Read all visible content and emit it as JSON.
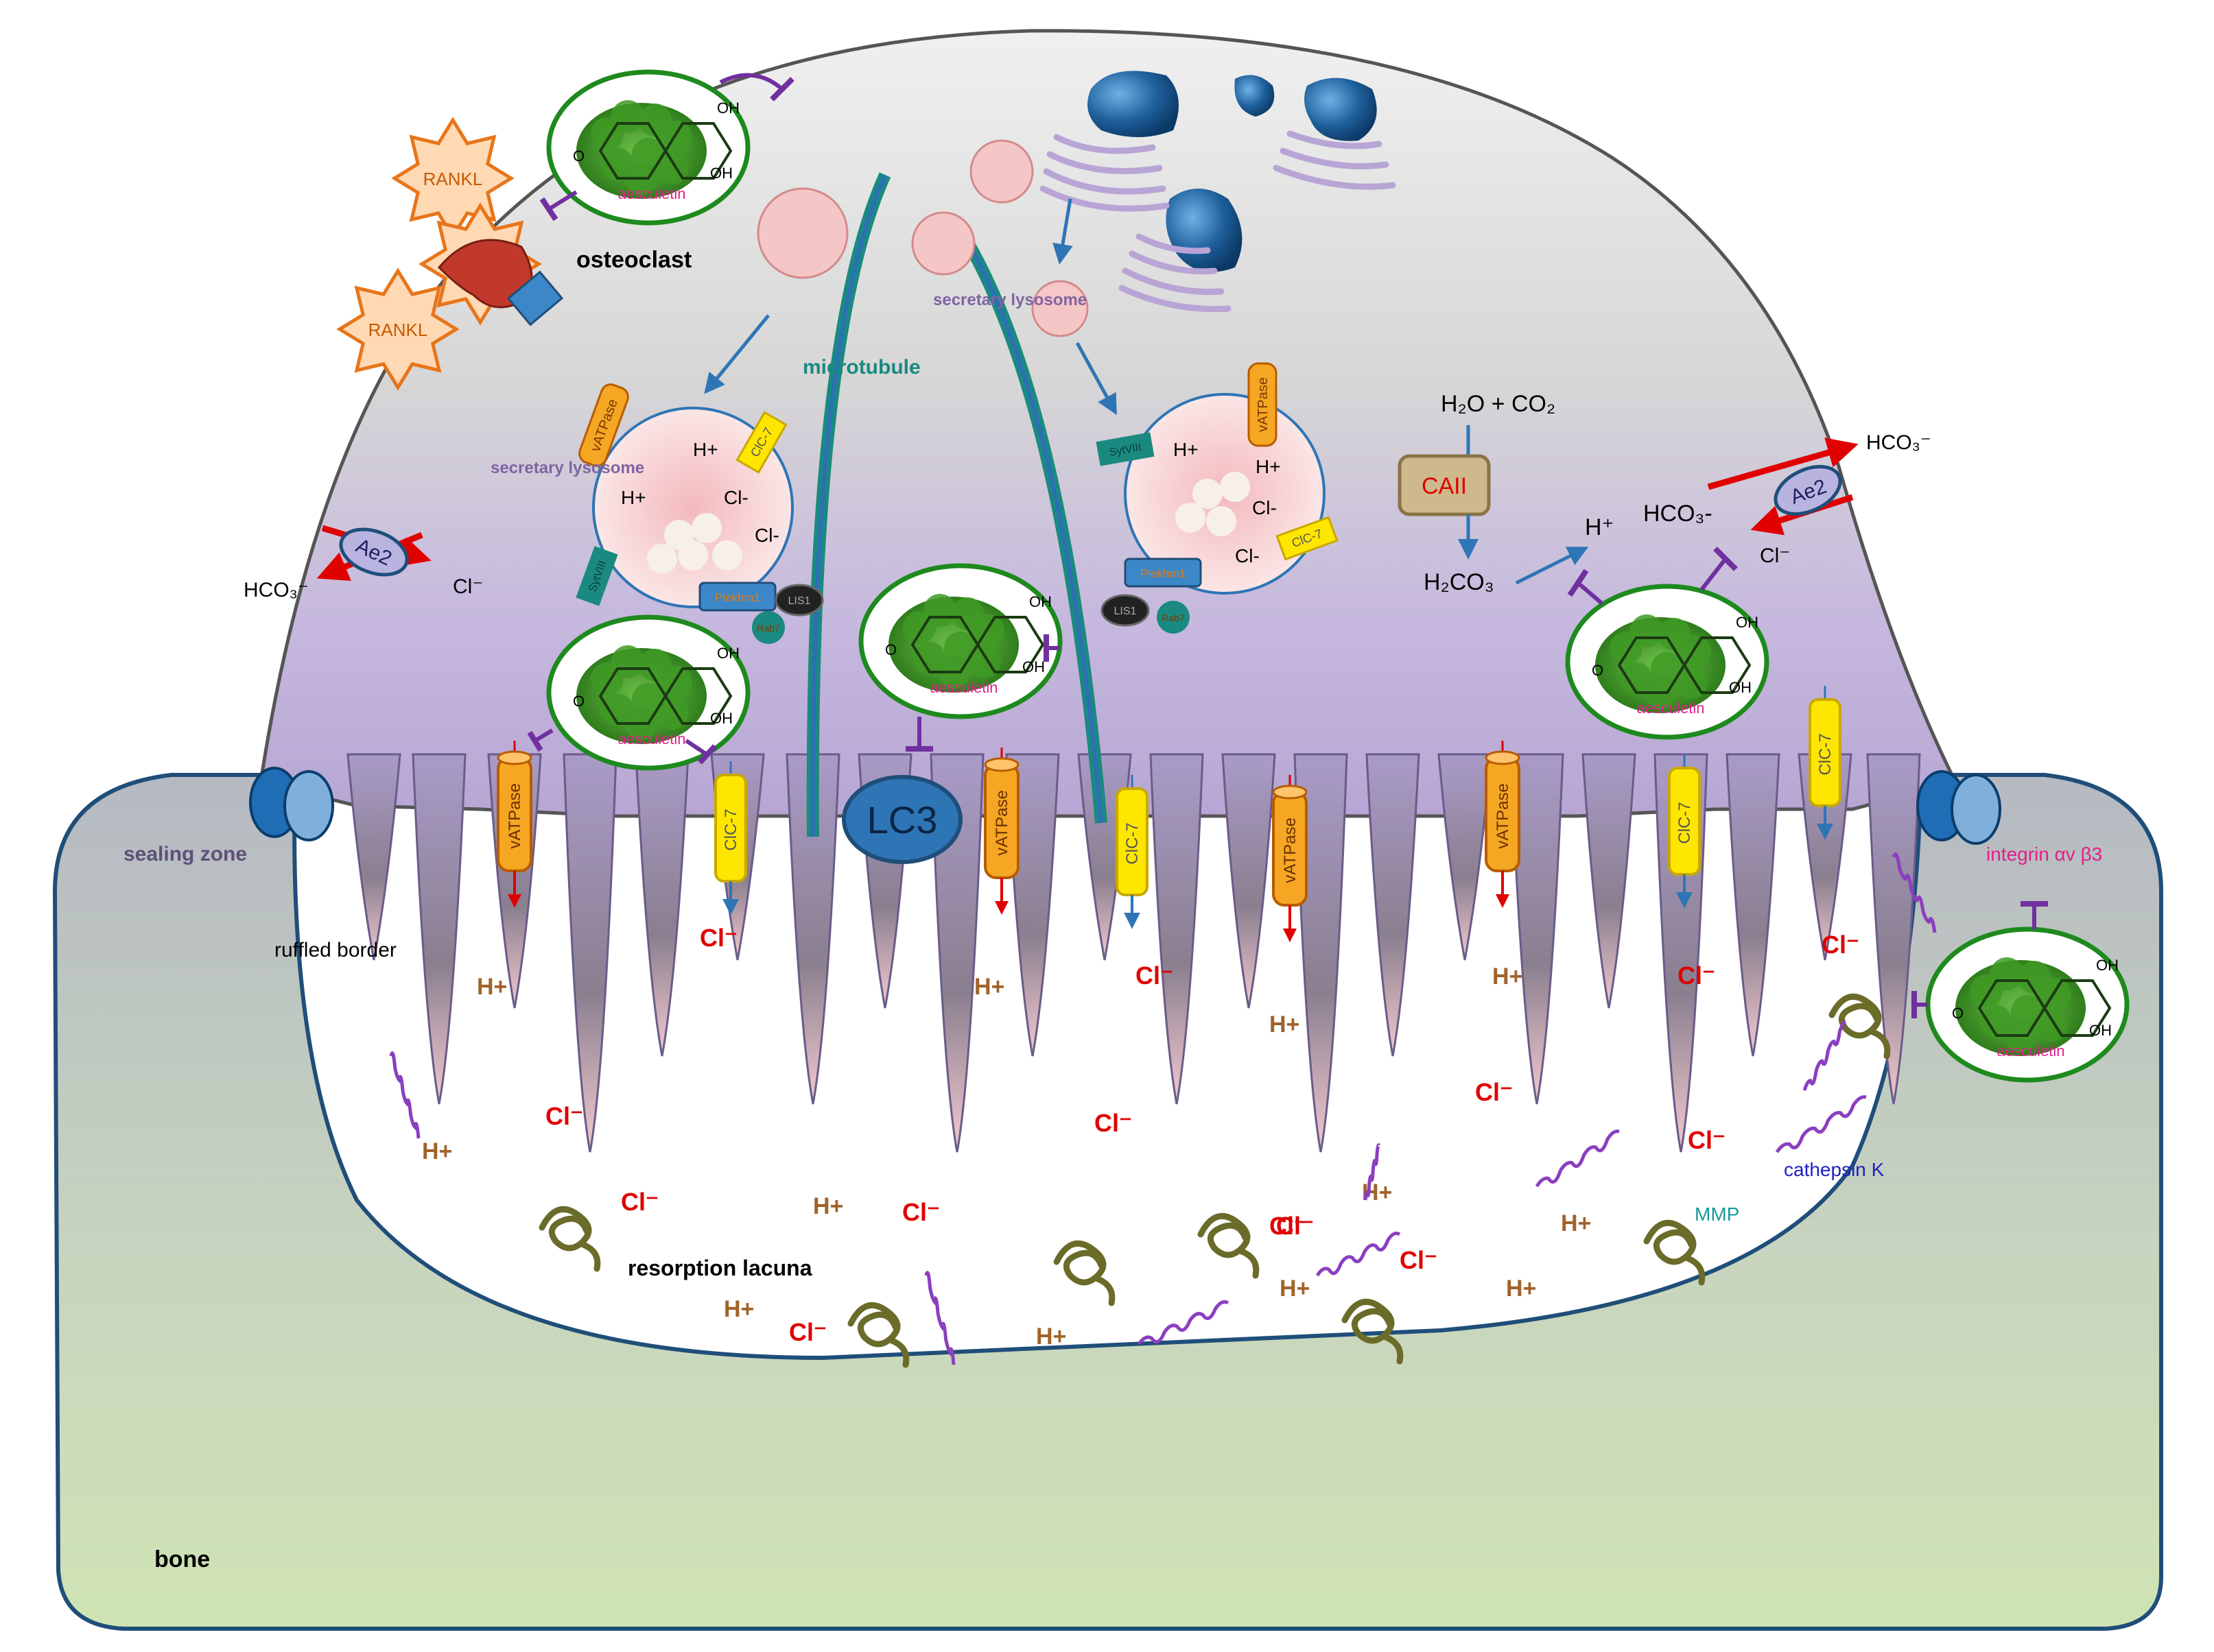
{
  "labels": {
    "osteoclast": "osteoclast",
    "bone": "bone",
    "sealing_zone": "sealing zone",
    "ruffled_border": "ruffled border",
    "resorption_lacuna": "resorption lacuna",
    "microtubule": "microtubule",
    "secretory_lysosome": "secretary lysosome",
    "lc3": "LC3",
    "integrin": "integrin αv β3",
    "cathepsin": "cathepsin K",
    "mmp": "MMP",
    "rankl": "RANKL",
    "aesculetin": "aesculetin",
    "oh": "OH",
    "o": "O",
    "vatpase": "vATPase",
    "clc7": "ClC-7",
    "ae2": "Ae2",
    "caii": "CAII",
    "sytviii": "SytVIII",
    "plekhm1": "Plekhm1",
    "lis1": "LIS1",
    "rab7": "Rab7"
  },
  "equations": {
    "h2o_co2": "H₂O + CO₂",
    "h2co3": "H₂CO₃",
    "h_plus_sup": "H⁺",
    "hco3_right_top": "HCO₃⁻",
    "hco3_right_mid": "HCO₃-",
    "cl_right": "Cl⁻",
    "hco3_left": "HCO₃⁻",
    "cl_left": "Cl⁻"
  },
  "ions": {
    "h": "H+",
    "cl": "Cl-",
    "cl_sup": "Cl⁻"
  },
  "colors": {
    "cell_top": "#d9d9d9",
    "cell_bottom": "#b9a9d4",
    "bone_top": "#b8bcc4",
    "bone_bottom": "#cfe3b3",
    "membrane": "#1f4e79",
    "microtubule": "#1a8a80",
    "lysosome": "#f5c6c6",
    "vatpase": "#f5a623",
    "clc7": "#ffe600",
    "aesculetin_ring": "#1e8a1e",
    "inhibit": "#7030a0",
    "ion_red": "#e00000",
    "ion_brown": "#a0632a",
    "arrow_blue": "#2e75b6"
  }
}
